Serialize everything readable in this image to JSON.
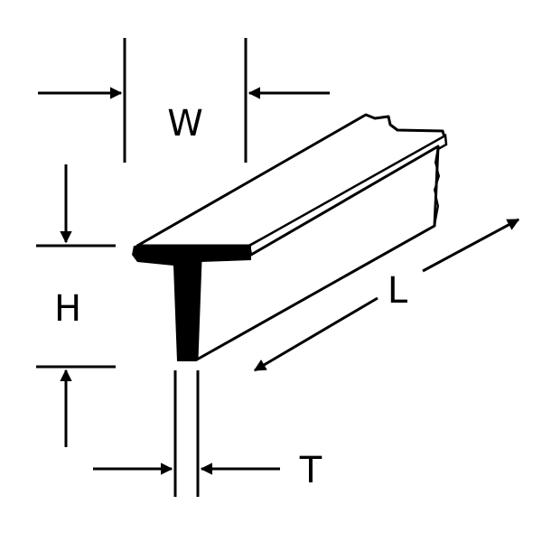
{
  "diagram": {
    "subject": "T-beam profile dimensions",
    "labels": {
      "width": "W",
      "height": "H",
      "length": "L",
      "thickness": "T"
    },
    "colors": {
      "line": "#000000",
      "background": "#ffffff"
    }
  }
}
